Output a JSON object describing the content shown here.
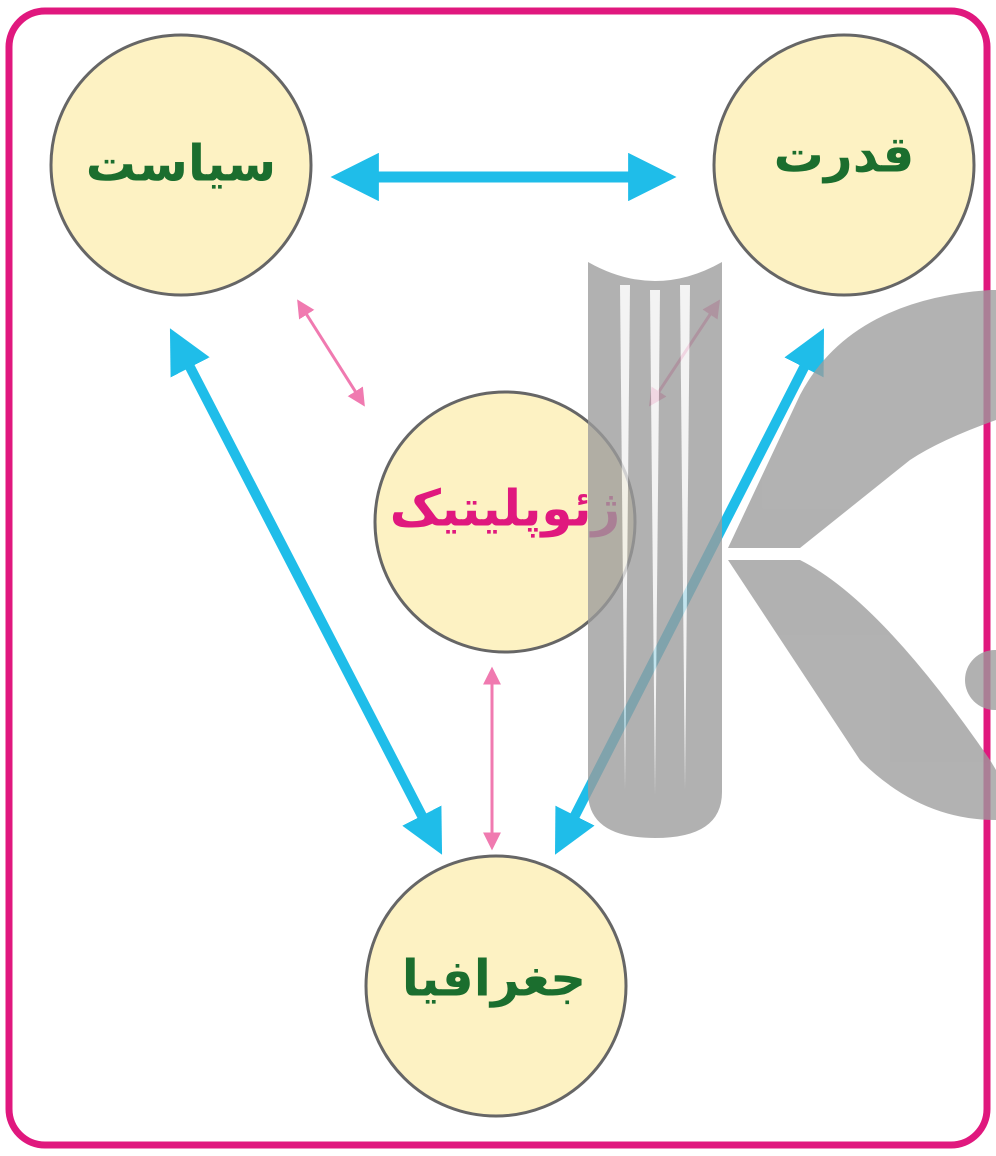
{
  "nodes": {
    "politics": {
      "label": "سیاست",
      "color": "#1b6e2e"
    },
    "power": {
      "label": "قدرت",
      "color": "#1b6e2e"
    },
    "geopolitics": {
      "label": "ژئوپلیتیک",
      "color": "#e0187e"
    },
    "geography": {
      "label": "جغرافیا",
      "color": "#1b6e2e"
    }
  },
  "colors": {
    "frame": "#e0187e",
    "node_fill": "#fdf2c3",
    "node_stroke": "#666666",
    "major_arrow": "#1fbde9",
    "minor_arrow": "#f07ab0",
    "watermark": "#9c9c9c"
  },
  "watermark": {
    "glyph": "K",
    "description": "book-and-K logo watermark"
  }
}
